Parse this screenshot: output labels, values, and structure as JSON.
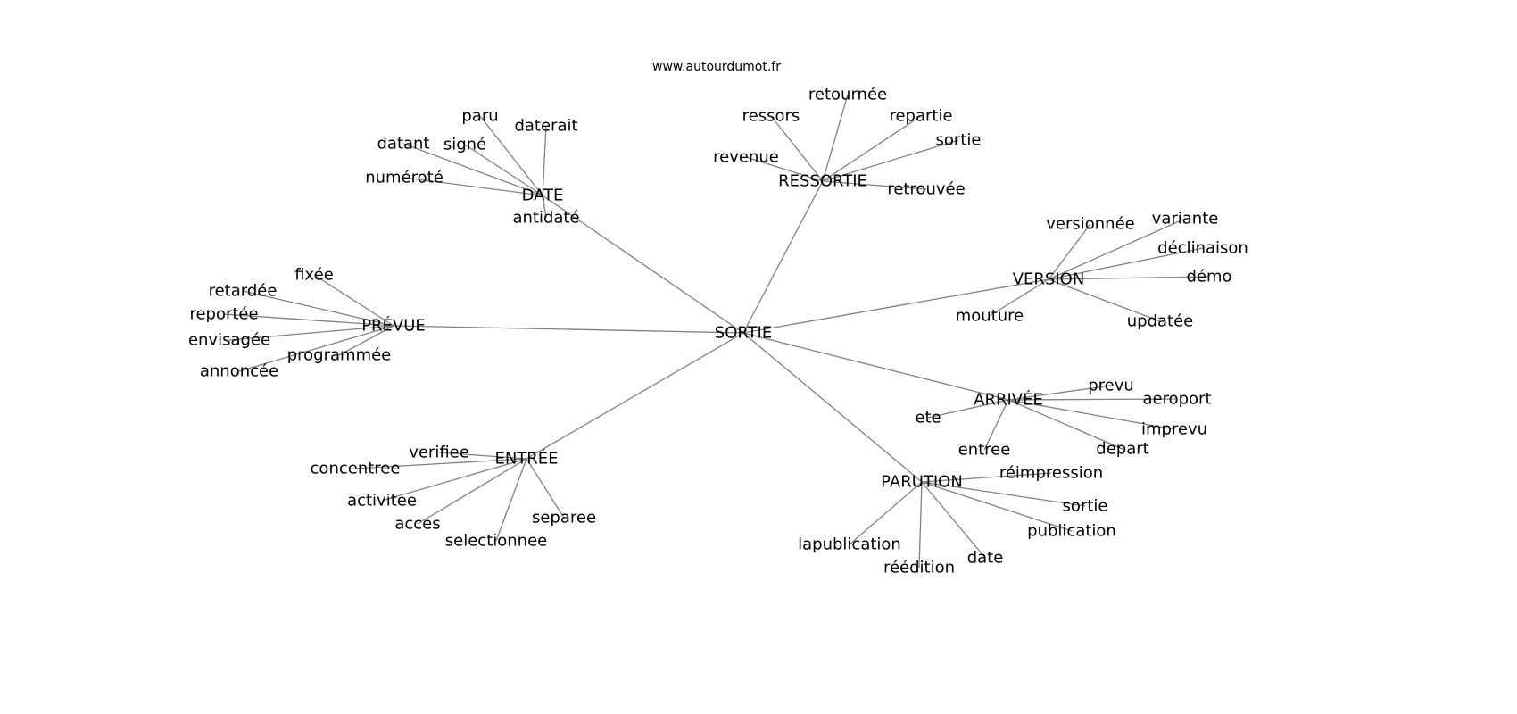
{
  "title": "www.autourdumot.fr",
  "chart_data": {
    "type": "network",
    "center": "SORTIE",
    "edge_color": "#808080",
    "hubs": [
      {
        "label": "DATE",
        "leaves": [
          "paru",
          "daterait",
          "datant",
          "signé",
          "numéroté",
          "antidaté"
        ]
      },
      {
        "label": "PRÉVUE",
        "leaves": [
          "fixée",
          "retardée",
          "reportée",
          "envisagée",
          "annoncée",
          "programmée"
        ]
      },
      {
        "label": "RESSORTIE",
        "leaves": [
          "ressors",
          "retournée",
          "repartie",
          "sortie",
          "revenue",
          "retrouvée"
        ]
      },
      {
        "label": "VERSION",
        "leaves": [
          "versionnée",
          "variante",
          "déclinaison",
          "démo",
          "mouture",
          "updatée"
        ]
      },
      {
        "label": "ARRIVÉE",
        "leaves": [
          "prevu",
          "aeroport",
          "imprevu",
          "depart",
          "ete",
          "entree"
        ]
      },
      {
        "label": "PARUTION",
        "leaves": [
          "réimpression",
          "sortie",
          "publication",
          "date",
          "réédition",
          "lapublication"
        ]
      },
      {
        "label": "ENTRÉE",
        "leaves": [
          "verifiee",
          "concentree",
          "activitee",
          "acces",
          "selectionnee",
          "separee"
        ]
      }
    ]
  }
}
